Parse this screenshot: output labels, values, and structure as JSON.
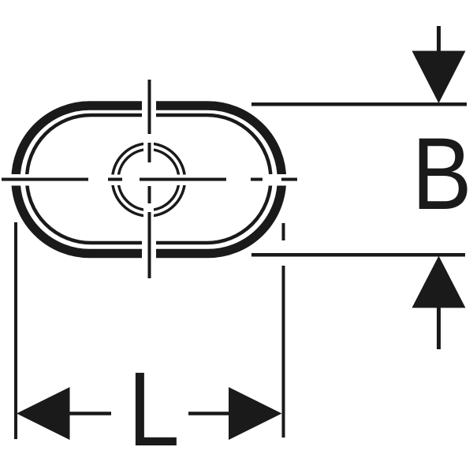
{
  "diagram": {
    "type": "technical-dimension-drawing",
    "shape": "obround (stadium) outline with inner wall line and concentric double circle at center",
    "line_color": "#1a1a1a",
    "background_color": "#ffffff",
    "dimensions": {
      "height_label": "B",
      "length_label": "L"
    },
    "markers": [
      "arrow-down-icon",
      "arrow-up-icon",
      "arrow-left-icon",
      "arrow-right-icon",
      "centerline-horizontal",
      "centerline-vertical"
    ]
  }
}
